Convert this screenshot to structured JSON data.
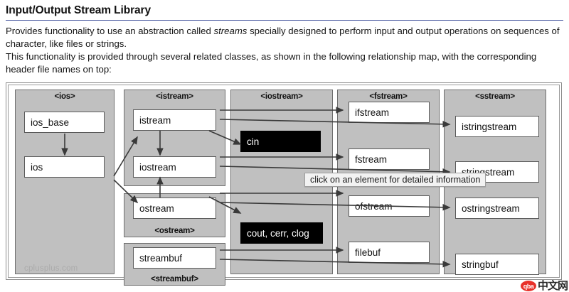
{
  "article": {
    "title": "Input/Output Stream Library",
    "paragraph_1_pre": "Provides functionality to use an abstraction called ",
    "paragraph_1_italic": "streams",
    "paragraph_1_post": " specially designed to perform input and output operations on sequences of character, like files or strings.",
    "paragraph_2": "This functionality is provided through several related classes, as shown in the following relationship map, with the corresponding header file names on top:"
  },
  "diagram": {
    "watermark": "cplusplus.com",
    "tooltip": "click on an element for detailed information",
    "columns": [
      {
        "key": "ios",
        "header": "<ios>",
        "footer": ""
      },
      {
        "key": "istream",
        "header": "<istream>",
        "footer": ""
      },
      {
        "key": "iostream",
        "header": "<iostream>",
        "footer": ""
      },
      {
        "key": "fstream",
        "header": "<fstream>",
        "footer": ""
      },
      {
        "key": "sstream",
        "header": "<sstream>",
        "footer": ""
      }
    ],
    "subgroups": [
      {
        "key": "ostream",
        "footer": "<ostream>"
      },
      {
        "key": "streambuf",
        "footer": "<streambuf>"
      }
    ],
    "nodes": [
      {
        "key": "ios_base",
        "label": "ios_base",
        "style": "light"
      },
      {
        "key": "ios",
        "label": "ios",
        "style": "light"
      },
      {
        "key": "istream",
        "label": "istream",
        "style": "light"
      },
      {
        "key": "iostream",
        "label": "iostream",
        "style": "light"
      },
      {
        "key": "ostream",
        "label": "ostream",
        "style": "light"
      },
      {
        "key": "streambuf",
        "label": "streambuf",
        "style": "light"
      },
      {
        "key": "cin",
        "label": "cin",
        "style": "dark"
      },
      {
        "key": "cout",
        "label": "cout, cerr, clog",
        "style": "dark"
      },
      {
        "key": "ifstream",
        "label": "ifstream",
        "style": "light"
      },
      {
        "key": "fstream",
        "label": "fstream",
        "style": "light"
      },
      {
        "key": "ofstream",
        "label": "ofstream",
        "style": "light"
      },
      {
        "key": "filebuf",
        "label": "filebuf",
        "style": "light"
      },
      {
        "key": "istringstream",
        "label": "istringstream",
        "style": "light"
      },
      {
        "key": "stringstream",
        "label": "stringstream",
        "style": "light"
      },
      {
        "key": "ostringstream",
        "label": "ostringstream",
        "style": "light"
      },
      {
        "key": "stringbuf",
        "label": "stringbuf",
        "style": "light"
      }
    ]
  },
  "corner_logo": {
    "badge": "qba",
    "text": "中文网"
  }
}
